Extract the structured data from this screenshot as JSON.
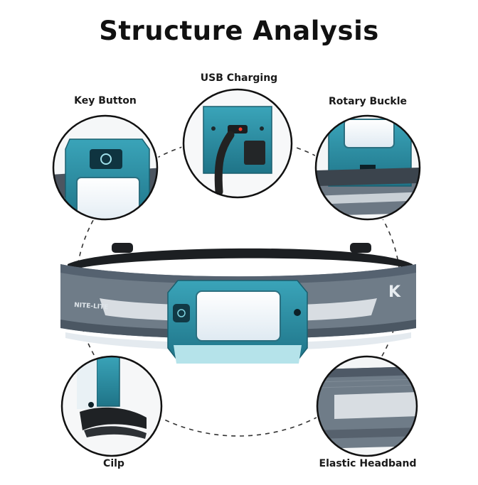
{
  "title": "Structure Analysis",
  "callouts": {
    "usb_charging": "USB Charging",
    "key_button": "Key Button",
    "rotary_buckle": "Rotary Buckle",
    "clip": "Cilp",
    "elastic_headband": "Elastic Headband"
  },
  "band_text": {
    "left": "NITE-LITE",
    "right": "K"
  },
  "colors": {
    "teal": "#2a8ea3",
    "teal_dark": "#1f6e80",
    "band_gray": "#6f7c88",
    "led_white": "#f4f8fb",
    "reflective": "#d8dde2"
  }
}
